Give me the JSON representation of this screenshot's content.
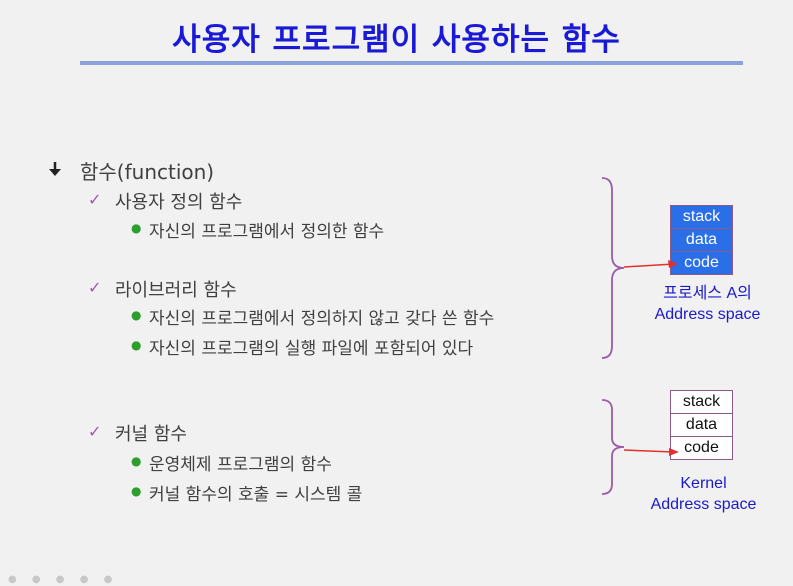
{
  "title": "사용자 프로그램이 사용하는 함수",
  "bullet": "함수(function)",
  "sections": [
    {
      "heading": "사용자 정의 함수",
      "items": [
        "자신의 프로그램에서 정의한 함수"
      ]
    },
    {
      "heading": "라이브러리 함수",
      "items": [
        "자신의 프로그램에서 정의하지 않고 갖다 쓴 함수",
        "자신의 프로그램의 실행 파일에 포함되어 있다"
      ]
    },
    {
      "heading": "커널 함수",
      "items": [
        "운영체제 프로그램의 함수",
        "커널 함수의 호출 = 시스템 콜"
      ]
    }
  ],
  "process_space": {
    "cells": [
      "stack",
      "data",
      "code"
    ],
    "caption_line1": "프로세스 A의",
    "caption_line2": "Address space"
  },
  "kernel_space": {
    "cells": [
      "stack",
      "data",
      "code"
    ],
    "caption_line1": "Kernel",
    "caption_line2": "Address space"
  },
  "colors": {
    "title": "#1a1ad6",
    "rule": "#8ba2dd",
    "check": "#9a5aa8",
    "dot": "#2f9e2f",
    "brace": "#9a5aa8",
    "process_cell": "#2a6ee8",
    "pointer": "#e03030"
  }
}
